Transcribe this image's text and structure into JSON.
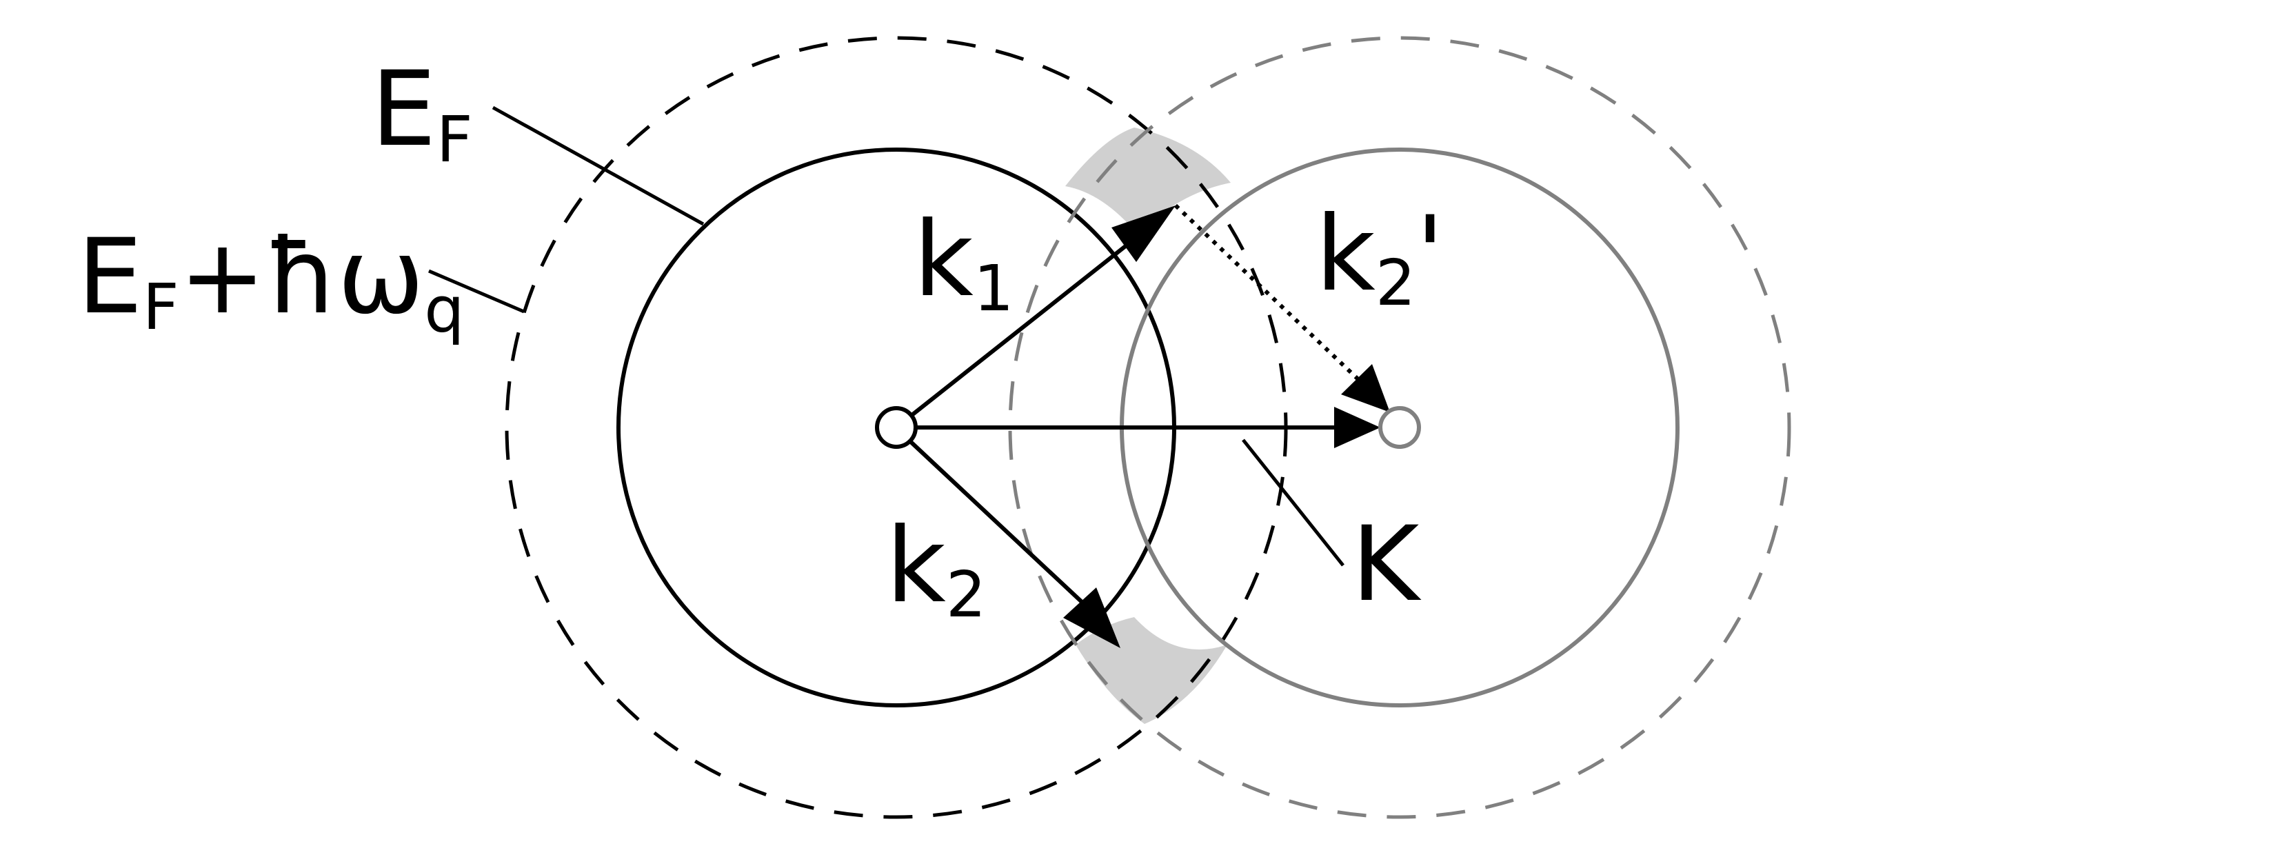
{
  "labels": {
    "fermi": {
      "main": "E",
      "sub": "F"
    },
    "fermi_plus": {
      "e": "E",
      "sub_f": "F",
      "plus": "+",
      "hbar": "ħ",
      "omega": "ω",
      "sub_q": "q"
    },
    "k1": {
      "main": "k",
      "sub": "1"
    },
    "k2": {
      "main": "k",
      "sub": "2"
    },
    "k2prime": {
      "main": "k",
      "sub": "2",
      "prime": "'"
    },
    "K": {
      "main": "K"
    }
  },
  "colors": {
    "primary": "#000000",
    "shifted": "#808080",
    "overlap_shade": "#d0d0d0",
    "background": "#ffffff"
  }
}
